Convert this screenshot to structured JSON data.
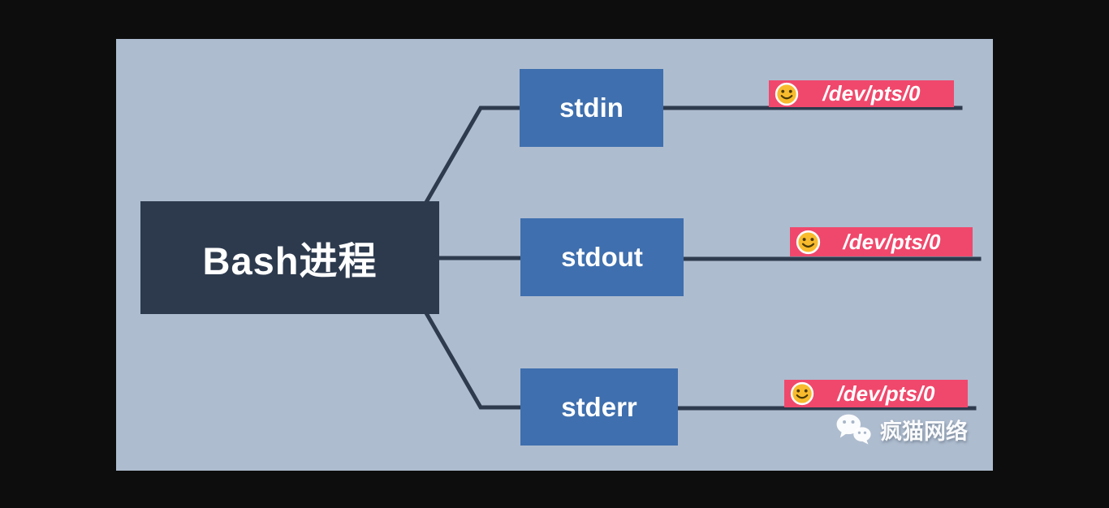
{
  "diagram": {
    "root_label": "Bash进程",
    "nodes": [
      {
        "id": "stdin",
        "label": "stdin",
        "target": "/dev/pts/0"
      },
      {
        "id": "stdout",
        "label": "stdout",
        "target": "/dev/pts/0"
      },
      {
        "id": "stderr",
        "label": "stderr",
        "target": "/dev/pts/0"
      }
    ],
    "icons": {
      "badge_icon": "smiley-icon",
      "watermark_icon": "wechat-icon"
    },
    "colors": {
      "frame": "#0d0d0d",
      "canvas": "#aebccf",
      "root_box": "#2d3a4e",
      "node_box": "#3f6fae",
      "badge": "#f0486c",
      "connector": "#2e3a4d",
      "smiley": "#f8bb2d"
    },
    "watermark": {
      "text": "疯猫网络"
    }
  }
}
